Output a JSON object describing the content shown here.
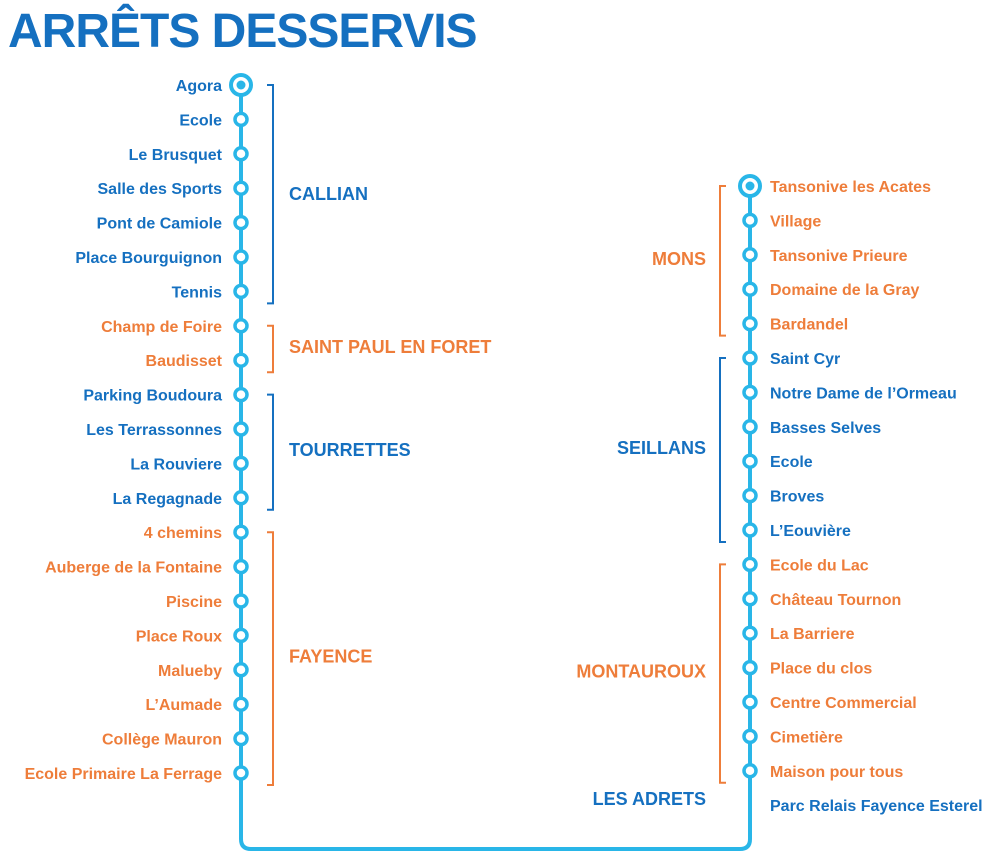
{
  "title": "ARRÊTS DESSERVIS",
  "colors": {
    "line": "#29b6e8",
    "blue": "#1570c0",
    "orange": "#ee7d3a"
  },
  "left_branch": {
    "terminus": "Agora",
    "communes": [
      {
        "name": "CALLIAN",
        "color": "blue",
        "stops": [
          "Agora",
          "Ecole",
          "Le Brusquet",
          "Salle des Sports",
          "Pont de Camiole",
          "Place Bourguignon",
          "Tennis"
        ]
      },
      {
        "name": "SAINT PAUL EN FORET",
        "color": "orange",
        "stops": [
          "Champ de Foire",
          "Baudisset"
        ]
      },
      {
        "name": "TOURRETTES",
        "color": "blue",
        "stops": [
          "Parking Boudoura",
          "Les Terrassonnes",
          "La Rouviere",
          "La Regagnade"
        ]
      },
      {
        "name": "FAYENCE",
        "color": "orange",
        "stops": [
          "4 chemins",
          "Auberge de la Fontaine",
          "Piscine",
          "Place Roux",
          "Malueby",
          "L’Aumade",
          "Collège Mauron",
          "Ecole Primaire La Ferrage"
        ]
      }
    ]
  },
  "right_branch": {
    "terminus": "Tansonive les Acates",
    "communes": [
      {
        "name": "MONS",
        "color": "orange",
        "stops": [
          "Tansonive les Acates",
          "Village",
          "Tansonive Prieure",
          "Domaine de la Gray",
          "Bardandel"
        ]
      },
      {
        "name": "SEILLANS",
        "color": "blue",
        "stops": [
          "Saint Cyr",
          "Notre Dame de l’Ormeau",
          "Basses Selves",
          "Ecole",
          "Broves",
          "L’Eouvière"
        ]
      },
      {
        "name": "MONTAUROUX",
        "color": "orange",
        "stops": [
          "Ecole du Lac",
          "Château Tournon",
          "La Barriere",
          "Place du clos",
          "Centre Commercial",
          "Cimetière",
          "Maison pour tous"
        ]
      },
      {
        "name": "LES ADRETS",
        "color": "blue",
        "stops": [
          "Parc Relais Fayence Esterel"
        ]
      }
    ]
  }
}
